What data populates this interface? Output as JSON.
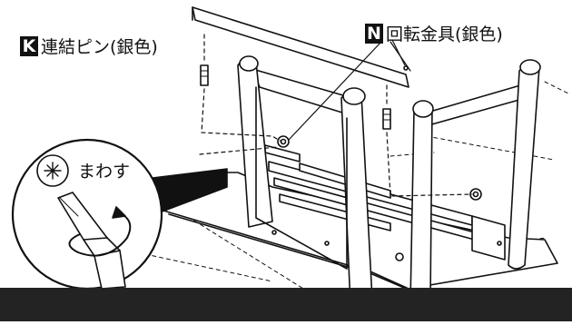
{
  "callouts": {
    "k": {
      "letter": "K",
      "text": "連結ピン(銀色)"
    },
    "n": {
      "letter": "N",
      "text": "回転金具(銀色)"
    }
  },
  "detail": {
    "instruction": "まわす",
    "screwdriver_symbol": "phillips-icon"
  },
  "colors": {
    "line": "#111111",
    "bar": "#232323"
  }
}
